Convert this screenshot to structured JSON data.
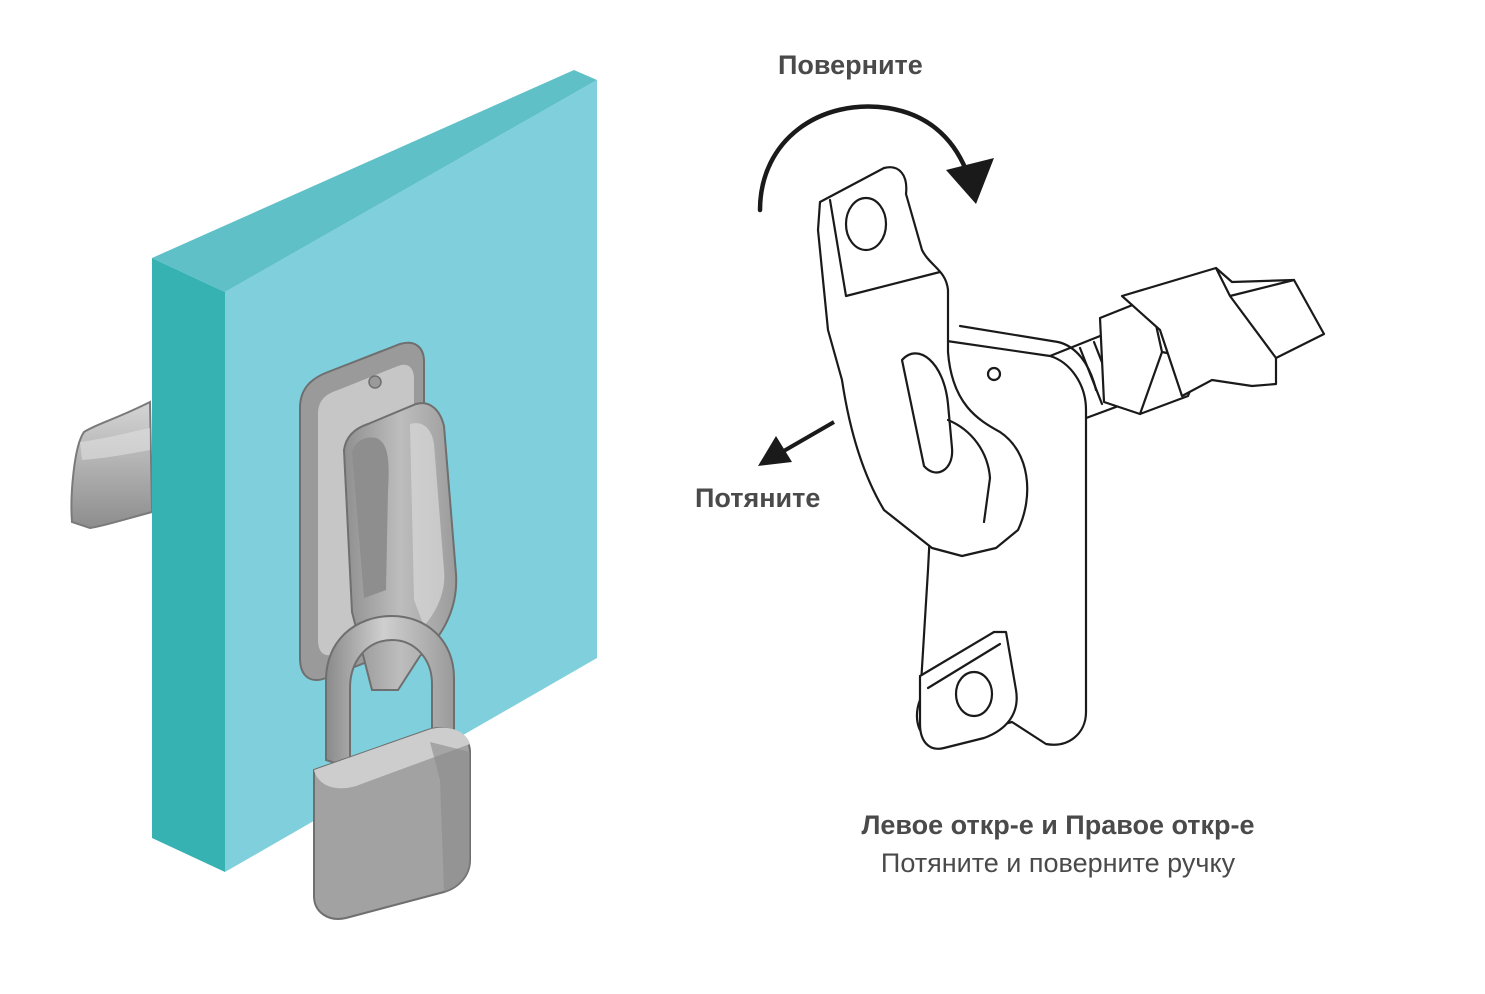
{
  "labels": {
    "rotate": "Поверните",
    "pull": "Потяните"
  },
  "caption": {
    "title": "Левое откр-е и Правое откр-е",
    "subtitle": "Потяните и поверните ручку"
  },
  "colors": {
    "panel_face": "#7fd0dc",
    "panel_edge": "#37b2b3",
    "metal_light": "#d6d6d6",
    "metal_mid": "#a9a9a9",
    "metal_dark": "#7a7a7a",
    "line_art": "#1a1a1a",
    "text": "#4a4a4a"
  },
  "icons": {
    "rotate_arrow": "curved-arrow-clockwise-icon",
    "pull_arrow": "straight-arrow-icon"
  }
}
